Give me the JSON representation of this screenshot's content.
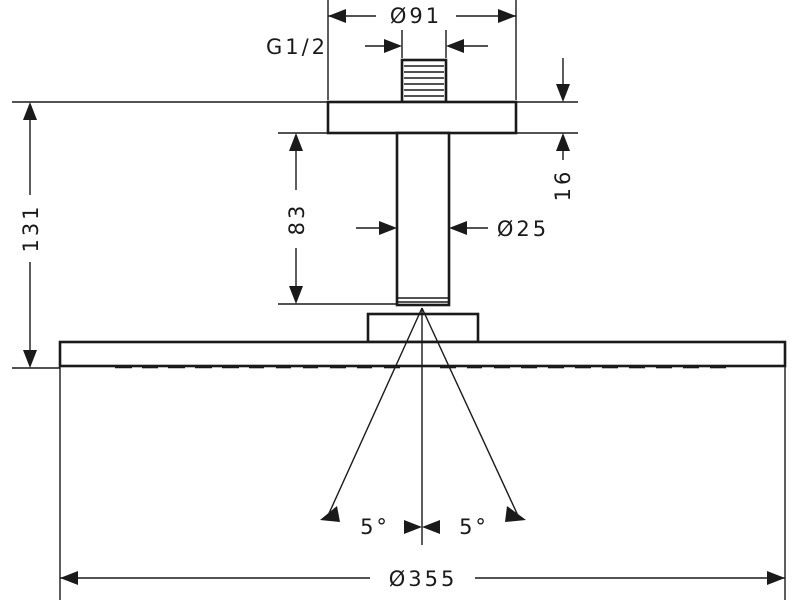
{
  "dimensions": {
    "top_diameter": "Ø91",
    "thread": "G1/2",
    "plate_thickness": "16",
    "arm_length": "83",
    "arm_diameter": "Ø25",
    "total_height": "131",
    "spray_angle_left": "5°",
    "spray_angle_right": "5°",
    "head_diameter": "Ø355"
  },
  "colors": {
    "line": "#1a1a1a",
    "background": "#ffffff"
  }
}
